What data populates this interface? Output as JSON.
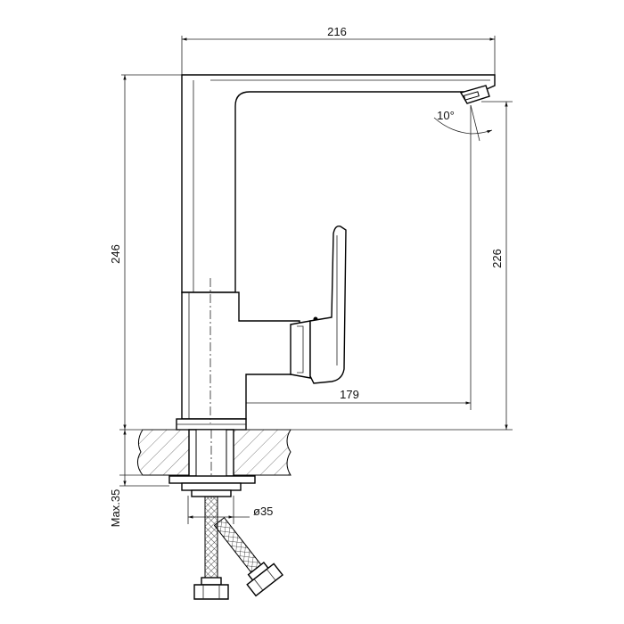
{
  "dimensions": {
    "spout_width": "216",
    "total_height": "246",
    "spout_height": "226",
    "spout_reach": "179",
    "aerator_angle": "10°",
    "hose_diameter": "ø35",
    "max_counter_thickness": "Max.35"
  },
  "colors": {
    "line": "#000000",
    "background": "#ffffff"
  }
}
